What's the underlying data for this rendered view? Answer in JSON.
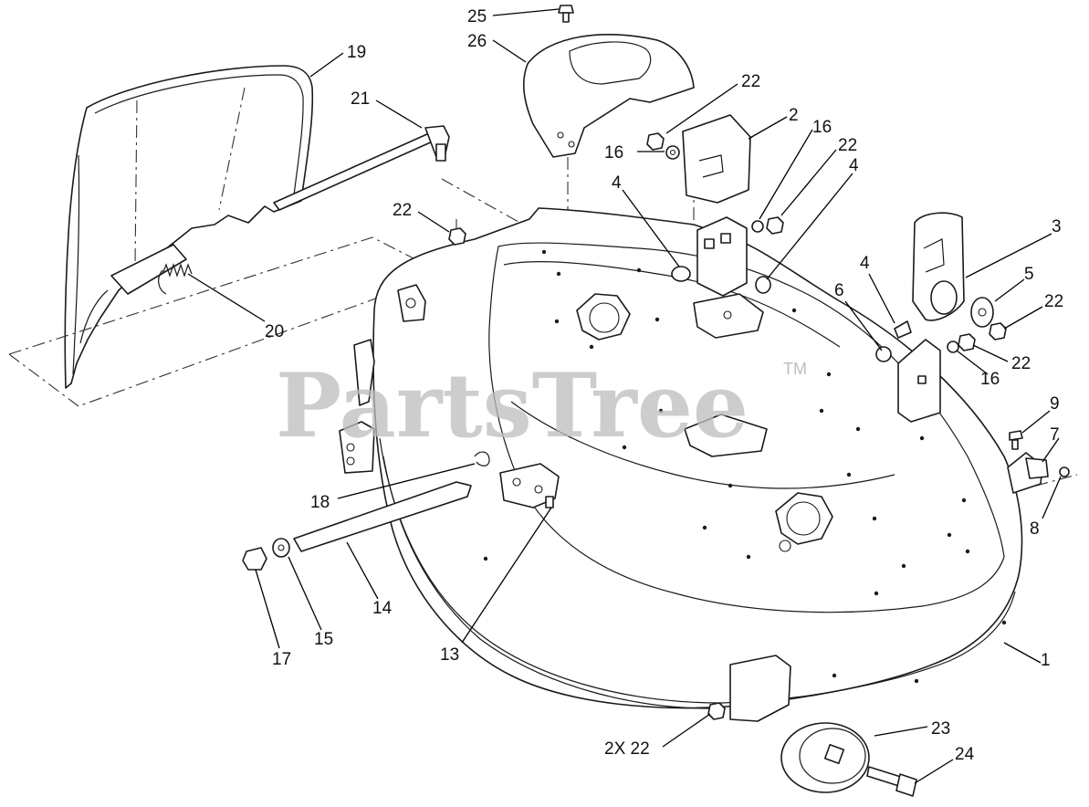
{
  "watermark": {
    "text": "PartsTree",
    "tm": "TM"
  },
  "callouts": [
    {
      "id": "c25",
      "text": "25"
    },
    {
      "id": "c26",
      "text": "26"
    },
    {
      "id": "c19",
      "text": "19"
    },
    {
      "id": "c21",
      "text": "21"
    },
    {
      "id": "c22a",
      "text": "22"
    },
    {
      "id": "c2",
      "text": "2"
    },
    {
      "id": "c16a",
      "text": "16"
    },
    {
      "id": "c16b",
      "text": "16"
    },
    {
      "id": "c22b",
      "text": "22"
    },
    {
      "id": "c4a",
      "text": "4"
    },
    {
      "id": "c4b",
      "text": "4"
    },
    {
      "id": "c22c",
      "text": "22"
    },
    {
      "id": "c3",
      "text": "3"
    },
    {
      "id": "c4c",
      "text": "4"
    },
    {
      "id": "c5",
      "text": "5"
    },
    {
      "id": "c22d",
      "text": "22"
    },
    {
      "id": "c6",
      "text": "6"
    },
    {
      "id": "c22e",
      "text": "22"
    },
    {
      "id": "c16c",
      "text": "16"
    },
    {
      "id": "c20",
      "text": "20"
    },
    {
      "id": "c9",
      "text": "9"
    },
    {
      "id": "c7",
      "text": "7"
    },
    {
      "id": "c8",
      "text": "8"
    },
    {
      "id": "c18",
      "text": "18"
    },
    {
      "id": "c14",
      "text": "14"
    },
    {
      "id": "c15",
      "text": "15"
    },
    {
      "id": "c17",
      "text": "17"
    },
    {
      "id": "c13",
      "text": "13"
    },
    {
      "id": "c1",
      "text": "1"
    },
    {
      "id": "c2x22",
      "text": "2X 22"
    },
    {
      "id": "c23",
      "text": "23"
    },
    {
      "id": "c24",
      "text": "24"
    }
  ]
}
